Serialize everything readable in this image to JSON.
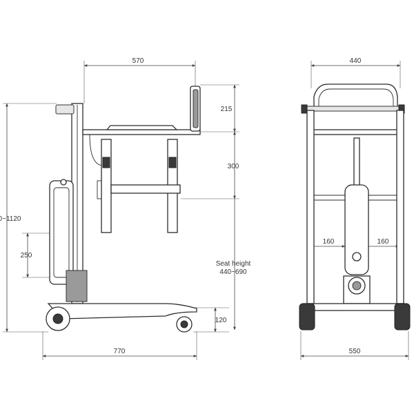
{
  "side_view": {
    "dim_top_width": "570",
    "dim_backrest_height": "215",
    "dim_seat_gap": "300",
    "dim_overall_height": "0~1120",
    "dim_lower_height": "250",
    "seat_height_label": "Seat height",
    "seat_height_range": "440~690",
    "dim_base_height": "120",
    "dim_overall_length": "770"
  },
  "front_view": {
    "dim_top_width": "440",
    "dim_left_inner": "160",
    "dim_right_inner": "160",
    "dim_overall_width": "550"
  }
}
